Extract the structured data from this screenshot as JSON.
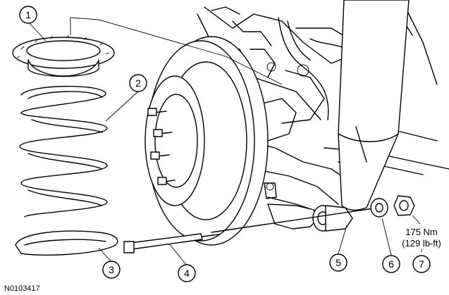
{
  "figure": {
    "id": "N0103417",
    "callouts": [
      {
        "number": "1"
      },
      {
        "number": "2"
      },
      {
        "number": "3"
      },
      {
        "number": "4"
      },
      {
        "number": "5"
      },
      {
        "number": "6"
      },
      {
        "number": "7"
      }
    ],
    "torque_spec": {
      "metric": "175 Nm",
      "imperial": "(129 lb-ft)"
    }
  }
}
